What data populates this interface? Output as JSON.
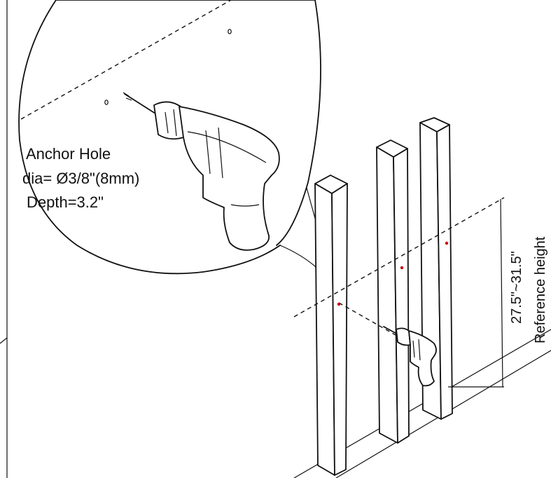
{
  "callout": {
    "title": "Anchor Hole",
    "diameter": "dia= Ø3/8\"(8mm)",
    "depth": "Depth=3.2\""
  },
  "dimension": {
    "range": "27.5\"~31.5\"",
    "label": "Reference height"
  },
  "colors": {
    "line": "#111111",
    "marker": "#cc0000",
    "background": "#ffffff"
  }
}
